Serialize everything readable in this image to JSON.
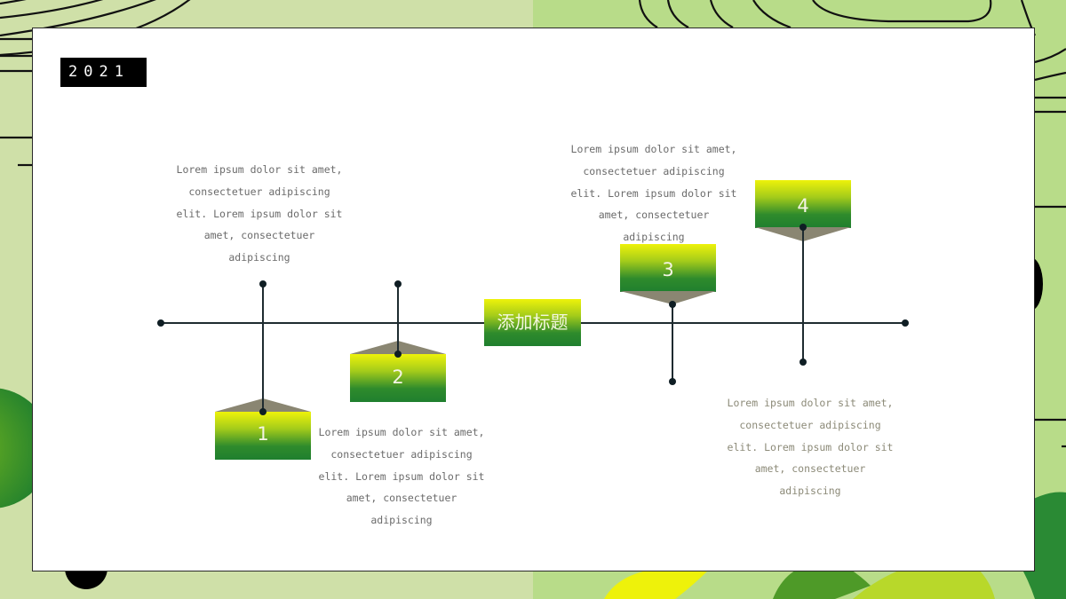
{
  "slide": {
    "year": "2021",
    "center_title": "添加标题",
    "colors": {
      "background": "#cfe0a8",
      "card": "#ffffff",
      "gradient_top": "#ecf20a",
      "gradient_bottom": "#1f7f2e",
      "cap": "#8a8672",
      "line": "#1e2b30",
      "text": "#6b6b6b"
    },
    "items": [
      {
        "number": "1",
        "text": "Lorem ipsum dolor sit amet,\nconsectetuer adipiscing\nelit. Lorem ipsum dolor sit\namet, consectetuer\nadipiscing"
      },
      {
        "number": "2",
        "text": "Lorem ipsum dolor sit amet,\nconsectetuer adipiscing\nelit. Lorem ipsum dolor sit\namet, consectetuer\nadipiscing"
      },
      {
        "number": "3",
        "text": "Lorem ipsum dolor sit amet,\nconsectetuer adipiscing\nelit. Lorem ipsum dolor sit\namet, consectetuer\nadipiscing"
      },
      {
        "number": "4",
        "text": "Lorem ipsum dolor sit amet,\nconsectetuer adipiscing\nelit. Lorem ipsum dolor sit\namet, consectetuer\nadipiscing"
      }
    ]
  }
}
